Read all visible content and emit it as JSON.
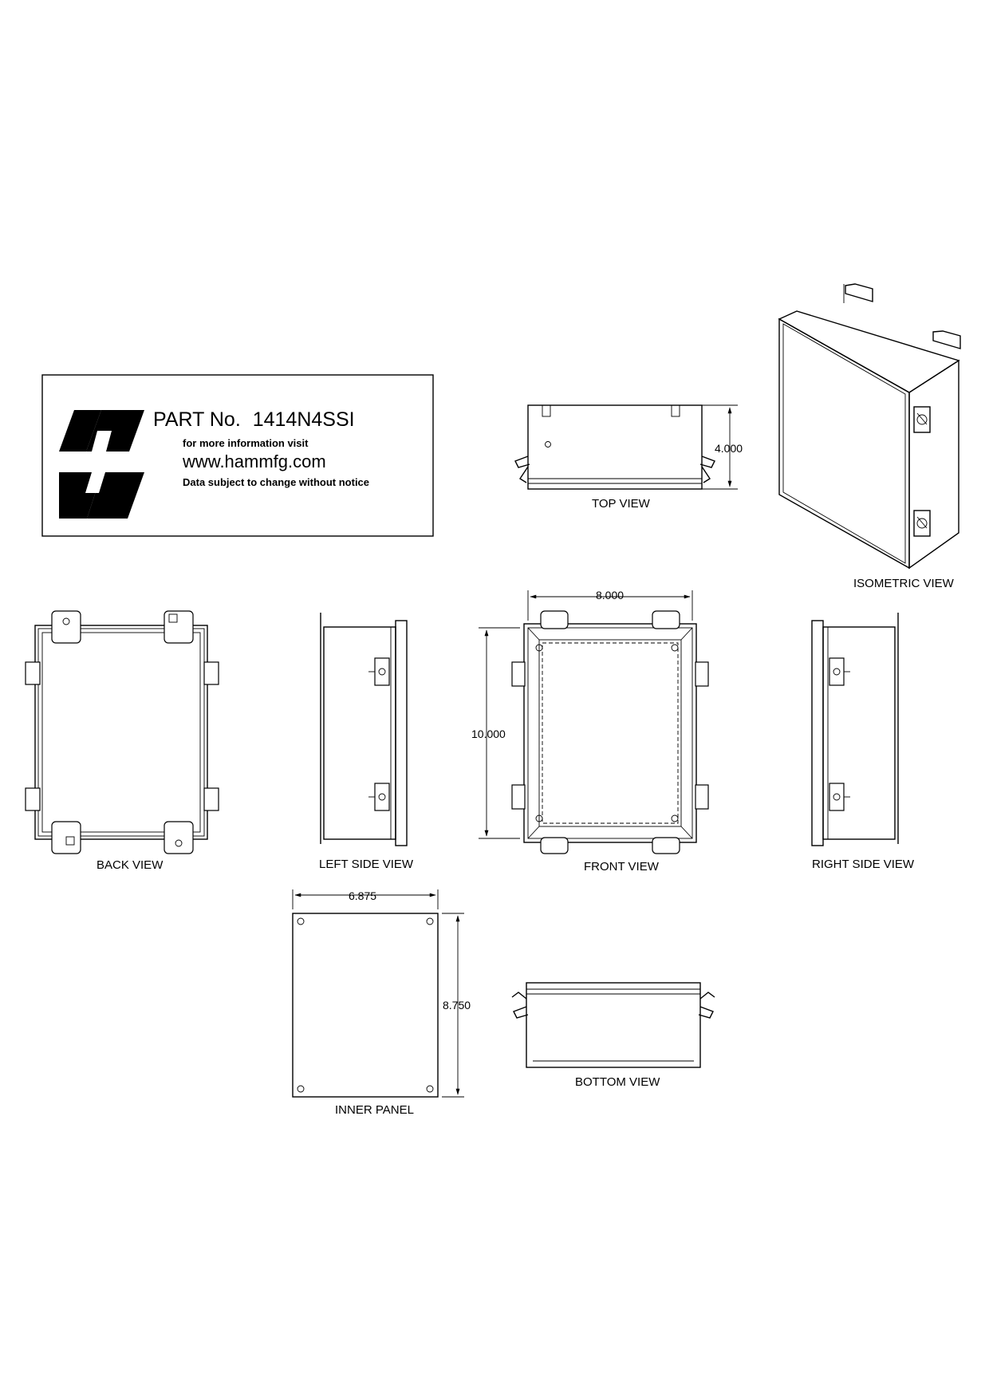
{
  "title_block": {
    "part_label": "PART No.",
    "part_number": "1414N4SSI",
    "info_line": "for more information visit",
    "url": "www.hammfg.com",
    "notice": "Data subject to change without notice"
  },
  "views": {
    "top": "TOP VIEW",
    "isometric": "ISOMETRIC VIEW",
    "back": "BACK VIEW",
    "left_side": "LEFT SIDE VIEW",
    "front": "FRONT VIEW",
    "right_side": "RIGHT SIDE VIEW",
    "inner_panel": "INNER PANEL",
    "bottom": "BOTTOM VIEW"
  },
  "dimensions": {
    "depth": "4.000",
    "width": "8.000",
    "height": "10.000",
    "panel_width": "6.875",
    "panel_height": "8.750"
  }
}
